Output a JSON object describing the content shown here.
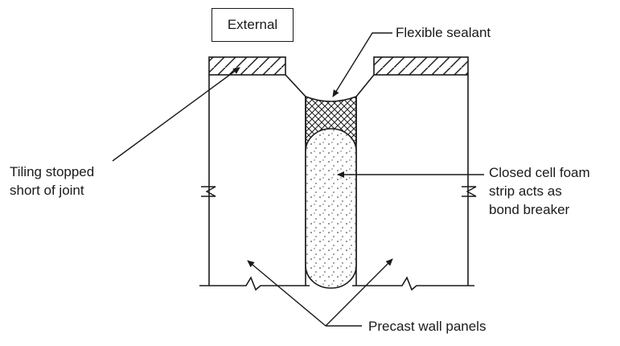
{
  "diagram": {
    "labels": {
      "external": "External",
      "flexible_sealant": "Flexible sealant",
      "tiling_line1": "Tiling stopped",
      "tiling_line2": "short of joint",
      "foam_line1": "Closed cell foam",
      "foam_line2": "strip acts as",
      "foam_line3": "bond breaker",
      "precast_wall_panels": "Precast wall panels"
    },
    "colors": {
      "ink": "#1a1a1a",
      "background": "#ffffff"
    }
  }
}
